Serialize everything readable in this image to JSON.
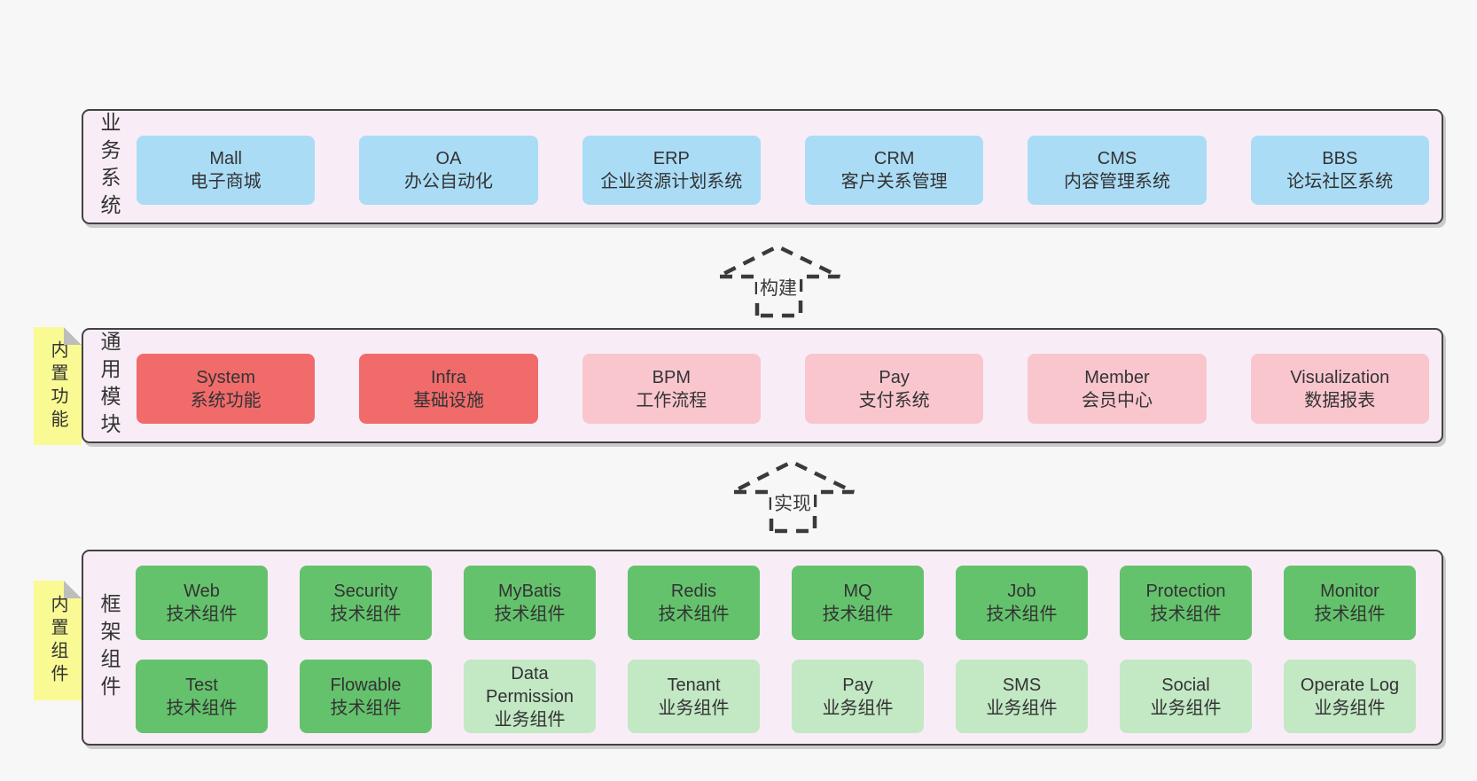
{
  "colors": {
    "page_bg": "#f7f7f7",
    "band_bg": "#f8edf6",
    "band_border": "#424242",
    "blue_box": "#aadcf6",
    "red_box": "#f16b6b",
    "pink_box": "#fac6ce",
    "green_box": "#64c26c",
    "light_green_box": "#c3e8c4",
    "sticky_yellow": "#fafa94",
    "sticky_fold": "#bdbdbd",
    "text": "#333333"
  },
  "band_business": {
    "label": "业务系统",
    "boxes": [
      {
        "name": "Mall",
        "desc": "电子商城"
      },
      {
        "name": "OA",
        "desc": "办公自动化"
      },
      {
        "name": "ERP",
        "desc": "企业资源计划系统"
      },
      {
        "name": "CRM",
        "desc": "客户关系管理"
      },
      {
        "name": "CMS",
        "desc": "内容管理系统"
      },
      {
        "name": "BBS",
        "desc": "论坛社区系统"
      }
    ]
  },
  "arrow_build": {
    "label": "构建"
  },
  "band_modules": {
    "label": "通用模块",
    "sticky": "内置功能",
    "boxes": [
      {
        "name": "System",
        "desc": "系统功能"
      },
      {
        "name": "Infra",
        "desc": "基础设施"
      },
      {
        "name": "BPM",
        "desc": "工作流程"
      },
      {
        "name": "Pay",
        "desc": "支付系统"
      },
      {
        "name": "Member",
        "desc": "会员中心"
      },
      {
        "name": "Visualization",
        "desc": "数据报表"
      }
    ]
  },
  "arrow_implement": {
    "label": "实现"
  },
  "band_framework": {
    "label": "框架组件",
    "sticky": "内置组件",
    "row1": [
      {
        "name": "Web",
        "desc": "技术组件"
      },
      {
        "name": "Security",
        "desc": "技术组件"
      },
      {
        "name": "MyBatis",
        "desc": "技术组件"
      },
      {
        "name": "Redis",
        "desc": "技术组件"
      },
      {
        "name": "MQ",
        "desc": "技术组件"
      },
      {
        "name": "Job",
        "desc": "技术组件"
      },
      {
        "name": "Protection",
        "desc": "技术组件"
      },
      {
        "name": "Monitor",
        "desc": "技术组件"
      }
    ],
    "row2": [
      {
        "name": "Test",
        "desc": "技术组件"
      },
      {
        "name": "Flowable",
        "desc": "技术组件"
      },
      {
        "name": "Data Permission",
        "desc": "业务组件"
      },
      {
        "name": "Tenant",
        "desc": "业务组件"
      },
      {
        "name": "Pay",
        "desc": "业务组件"
      },
      {
        "name": "SMS",
        "desc": "业务组件"
      },
      {
        "name": "Social",
        "desc": "业务组件"
      },
      {
        "name": "Operate Log",
        "desc": "业务组件"
      }
    ]
  }
}
